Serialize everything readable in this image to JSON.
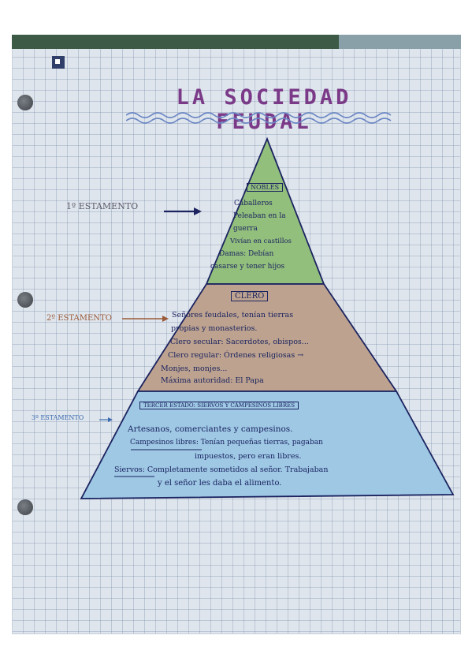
{
  "title": "LA SOCIEDAD FEUDAL",
  "levels": {
    "first": {
      "side_label": "1º ESTAMENTO",
      "heading": "NOBLES",
      "lines": [
        "Caballeros",
        "Peleaban en la",
        "guerra",
        "Vivían en castillos",
        "Damas: Debían",
        "casarse y tener hijos"
      ]
    },
    "second": {
      "side_label": "2º ESTAMENTO",
      "heading": "CLERO",
      "lines": [
        "Señores feudales, tenían tierras",
        "propias y monasterios.",
        "Clero secular: Sacerdotes, obispos...",
        "Clero regular: Órdenes religiosas →",
        "Monjes, monjes...",
        "Máxima autoridad: El Papa"
      ]
    },
    "third": {
      "side_label": "3º ESTAMENTO",
      "heading": "TERCER ESTADO: SIERVOS Y CAMPESINOS LIBRES",
      "lines": [
        "Artesanos, comerciantes y campesinos.",
        "Campesinos libres: Tenían pequeñas tierras, pagaban",
        "impuestos, pero eran libres.",
        "Siervos: Completamente sometidos al señor. Trabajaban",
        "y el señor les daba el alimento."
      ]
    }
  },
  "colors": {
    "nobles": "#93bf7c",
    "clero": "#bda38f",
    "tercer_estado": "#9ec8e4",
    "title": "#7a3a88",
    "ink": "#1b2360",
    "side_label": "#9a5a3a"
  }
}
